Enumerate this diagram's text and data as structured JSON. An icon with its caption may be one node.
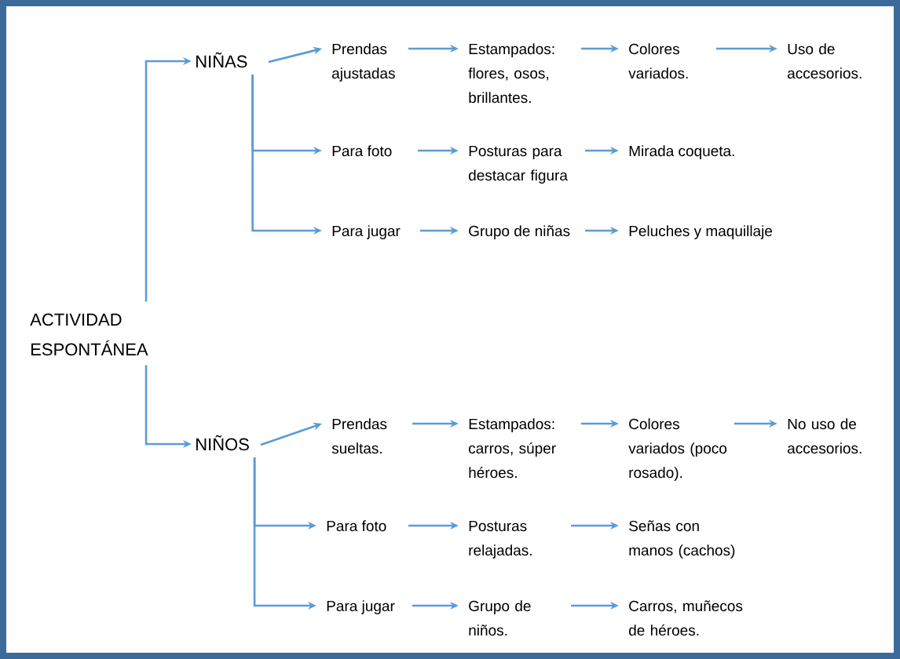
{
  "diagram": {
    "nodes": [
      {
        "text": [
          "ACTIVIDAD ESPONTÁNEA"
        ]
      },
      {
        "text": [
          "NIÑAS"
        ]
      },
      {
        "text": [
          "Prendas ajustadas"
        ]
      },
      {
        "text": [
          "Estampados: flores, osos, brillantes."
        ]
      },
      {
        "text": [
          "Colores variados."
        ]
      },
      {
        "text": [
          "Uso de accesorios."
        ]
      },
      {
        "text": [
          "Para foto"
        ]
      },
      {
        "text": [
          "Posturas para destacar figura"
        ]
      },
      {
        "text": [
          "Mirada coqueta."
        ]
      },
      {
        "text": [
          "Para jugar"
        ]
      },
      {
        "text": [
          "Grupo de niñas"
        ]
      },
      {
        "text": [
          "Peluches y maquillaje"
        ]
      },
      {
        "text": [
          "NIÑOS"
        ]
      },
      {
        "text": [
          "Prendas sueltas."
        ]
      },
      {
        "text": [
          "Estampados: carros, súper héroes."
        ]
      },
      {
        "text": [
          "Colores variados (poco rosado)."
        ]
      },
      {
        "text": [
          "No uso de accesorios."
        ]
      },
      {
        "text": [
          "Para foto"
        ]
      },
      {
        "text": [
          "Posturas relajadas."
        ]
      },
      {
        "text": [
          "Señas con manos (cachos)"
        ]
      },
      {
        "text": [
          "Para jugar"
        ]
      },
      {
        "text": [
          "Grupo de niños."
        ]
      },
      {
        "text": [
          "Carros, muñecos de héroes."
        ]
      }
    ],
    "edges": [
      {
        "from": 0,
        "to": 1,
        "arrow": "to"
      },
      {
        "from": 1,
        "to": 2,
        "arrow": "to"
      },
      {
        "from": 2,
        "to": 3,
        "arrow": "to"
      },
      {
        "from": 3,
        "to": 4,
        "arrow": "to"
      },
      {
        "from": 4,
        "to": 5,
        "arrow": "to"
      },
      {
        "from": 1,
        "to": 6,
        "arrow": "to"
      },
      {
        "from": 6,
        "to": 7,
        "arrow": "to"
      },
      {
        "from": 7,
        "to": 8,
        "arrow": "to"
      },
      {
        "from": 1,
        "to": 9,
        "arrow": "to"
      },
      {
        "from": 9,
        "to": 10,
        "arrow": "to"
      },
      {
        "from": 10,
        "to": 11,
        "arrow": "to"
      },
      {
        "from": 0,
        "to": 12,
        "arrow": "to"
      },
      {
        "from": 12,
        "to": 13,
        "arrow": "to"
      },
      {
        "from": 13,
        "to": 14,
        "arrow": "to"
      },
      {
        "from": 14,
        "to": 15,
        "arrow": "to"
      },
      {
        "from": 15,
        "to": 16,
        "arrow": "to"
      },
      {
        "from": 12,
        "to": 17,
        "arrow": "to"
      },
      {
        "from": 17,
        "to": 18,
        "arrow": "to"
      },
      {
        "from": 18,
        "to": 19,
        "arrow": "to"
      },
      {
        "from": 12,
        "to": 20,
        "arrow": "to"
      },
      {
        "from": 20,
        "to": 21,
        "arrow": "to"
      },
      {
        "from": 21,
        "to": 22,
        "arrow": "to"
      }
    ]
  }
}
